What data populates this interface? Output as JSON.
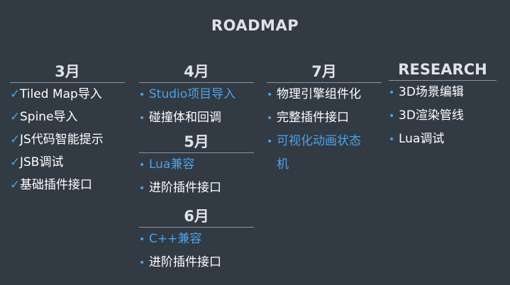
{
  "title": "ROADMAP",
  "columns": [
    {
      "id": "march",
      "heading": "3月",
      "sections": [
        {
          "items": [
            {
              "text": "Tiled Map导入",
              "marker": "✓",
              "style": "white"
            },
            {
              "text": "Spine导入",
              "marker": "✓",
              "style": "white"
            },
            {
              "text": "JS代码智能提示",
              "marker": "✓",
              "style": "white"
            },
            {
              "text": "JSB调试",
              "marker": "✓",
              "style": "white"
            },
            {
              "text": "基础插件接口",
              "marker": "✓",
              "style": "white"
            }
          ]
        }
      ]
    },
    {
      "id": "april",
      "heading": "4月",
      "items": [
        {
          "text": "Studio项目导入",
          "marker": "•",
          "style": "blue"
        },
        {
          "text": "碰撞体和回调",
          "marker": "•",
          "style": "white"
        }
      ]
    },
    {
      "id": "may",
      "heading": "5月",
      "items": [
        {
          "text": "Lua兼容",
          "marker": "•",
          "style": "blue"
        },
        {
          "text": "进阶插件接口",
          "marker": "•",
          "style": "white"
        }
      ]
    },
    {
      "id": "june",
      "heading": "6月",
      "items": [
        {
          "text": "C++兼容",
          "marker": "•",
          "style": "blue"
        },
        {
          "text": "进阶插件接口",
          "marker": "•",
          "style": "white"
        }
      ]
    },
    {
      "id": "july",
      "heading": "7月",
      "items": [
        {
          "text": "物理引擎组件化",
          "marker": "•",
          "style": "white"
        },
        {
          "text": "完整插件接口",
          "marker": "•",
          "style": "white"
        },
        {
          "text": "可视化动画状态",
          "marker": "•",
          "style": "blue"
        },
        {
          "text": "机",
          "marker": "",
          "style": "blue"
        }
      ]
    },
    {
      "id": "research",
      "heading": "RESEARCH",
      "items": [
        {
          "text": "3D场景编辑",
          "marker": "•",
          "style": "white"
        },
        {
          "text": "3D渲染管线",
          "marker": "•",
          "style": "white"
        },
        {
          "text": "Lua调试",
          "marker": "•",
          "style": "white"
        }
      ]
    }
  ],
  "colors": {
    "background": "#323a43",
    "accent": "#4aa3e6",
    "divider": "#8b939c"
  }
}
